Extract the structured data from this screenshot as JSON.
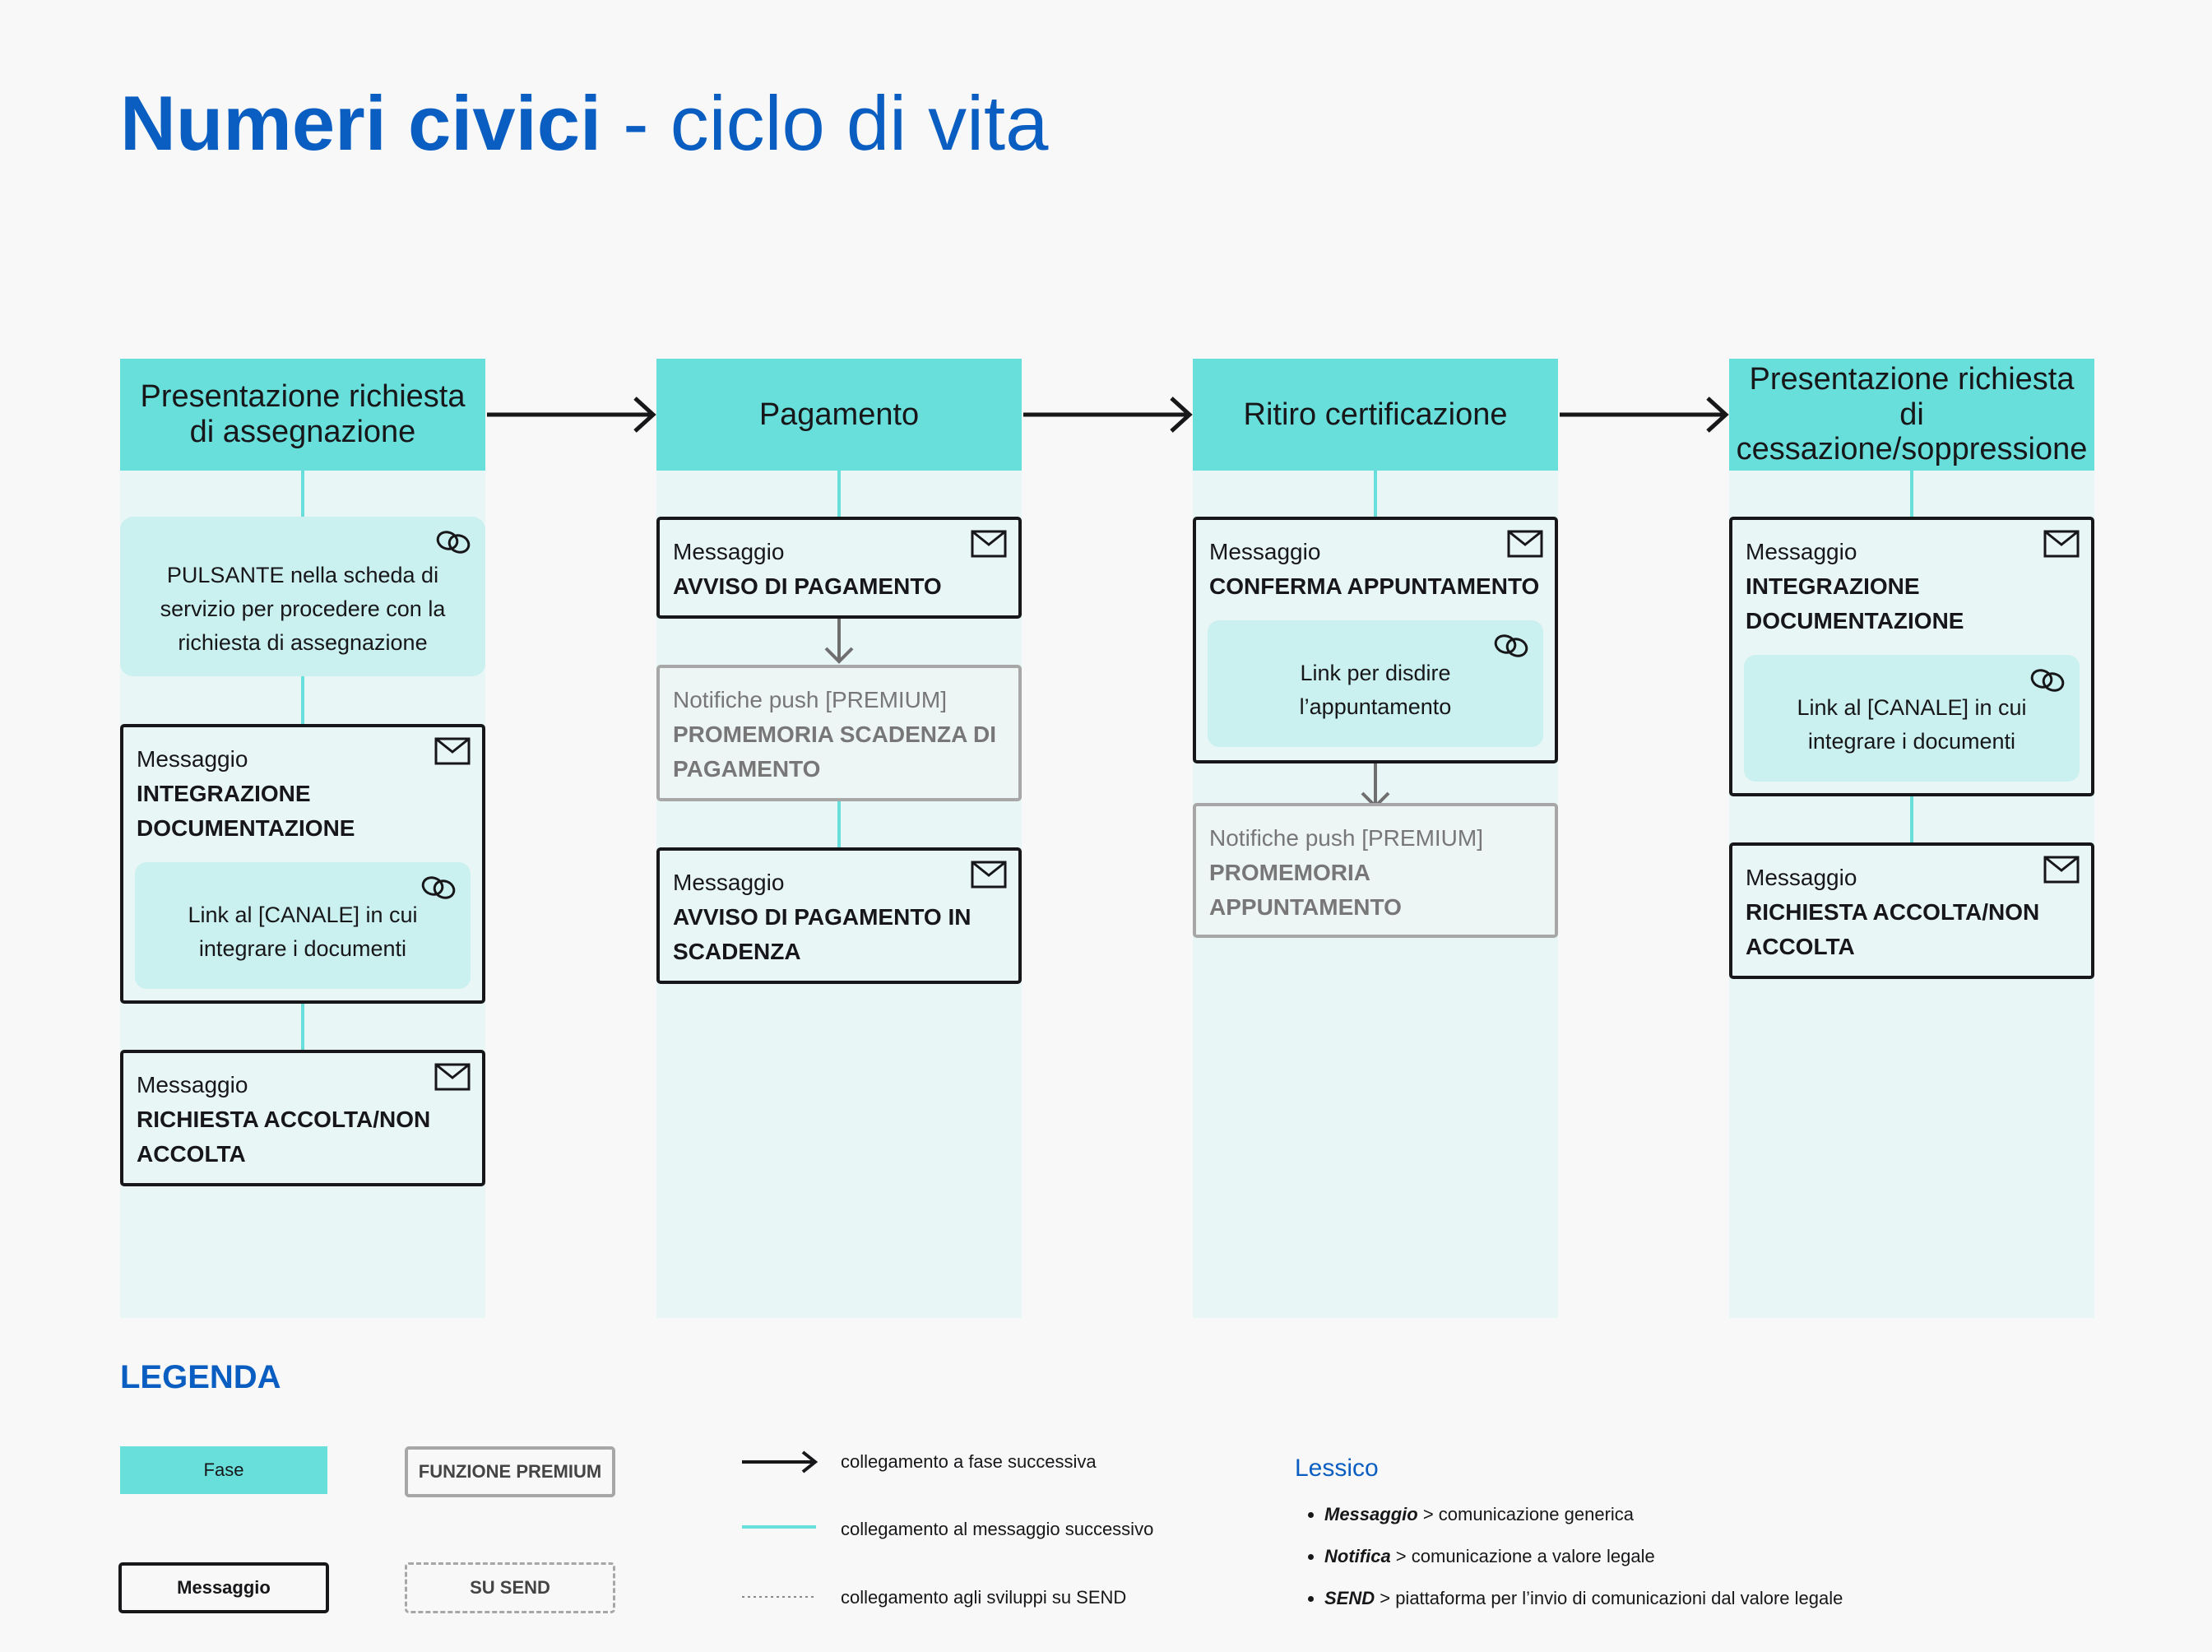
{
  "title": {
    "bold": "Numeri civici",
    "rest": " - ciclo di vita"
  },
  "phases": [
    {
      "label": "Presentazione richiesta di assegnazione",
      "items": {
        "button_box": "PULSANTE nella scheda di servizio per procedere con la richiesta di assegnazione",
        "msg1_pre": "Messaggio",
        "msg1_main": "INTEGRAZIONE DOCUMENTAZIONE",
        "msg1_link": "Link al [CANALE] in cui integrare i documenti",
        "msg2_pre": "Messaggio",
        "msg2_main": "RICHIESTA ACCOLTA/NON ACCOLTA"
      }
    },
    {
      "label": "Pagamento",
      "items": {
        "msg1_pre": "Messaggio",
        "msg1_main": "AVVISO DI PAGAMENTO",
        "push_pre": "Notifiche push [PREMIUM]",
        "push_main": "PROMEMORIA SCADENZA DI PAGAMENTO",
        "msg2_pre": "Messaggio",
        "msg2_main": "AVVISO DI PAGAMENTO IN SCADENZA"
      }
    },
    {
      "label": "Ritiro certificazione",
      "items": {
        "msg1_pre": "Messaggio",
        "msg1_main": "CONFERMA APPUNTAMENTO",
        "msg1_link": "Link per disdire l’appuntamento",
        "push_pre": "Notifiche push [PREMIUM]",
        "push_main": "PROMEMORIA APPUNTAMENTO"
      }
    },
    {
      "label": "Presentazione richiesta di cessazione/soppressione",
      "items": {
        "msg1_pre": "Messaggio",
        "msg1_main": "INTEGRAZIONE DOCUMENTAZIONE",
        "msg1_link": "Link al [CANALE] in cui integrare i documenti",
        "msg2_pre": "Messaggio",
        "msg2_main": "RICHIESTA ACCOLTA/NON ACCOLTA"
      }
    }
  ],
  "legend": {
    "title": "LEGENDA",
    "fase": "Fase",
    "messaggio": "Messaggio",
    "premium": "FUNZIONE PREMIUM",
    "send": "SU SEND",
    "arrow_text": "collegamento a fase successiva",
    "line_text": "collegamento al messaggio successivo",
    "dotted_text": "collegamento agli sviluppi su SEND",
    "lessico_title": "Lessico",
    "lessico": [
      {
        "term": "Messaggio",
        "def": " > comunicazione generica"
      },
      {
        "term": "Notifica",
        "def": " > comunicazione a valore legale"
      },
      {
        "term": "SEND",
        "def": " > piattaforma per  l’invio di comunicazioni dal valore legale"
      }
    ]
  },
  "colors": {
    "phase": "#69dfdc",
    "column": "#e9f6f6",
    "title": "#0a5ec1",
    "link_box": "#cbf0f0"
  }
}
